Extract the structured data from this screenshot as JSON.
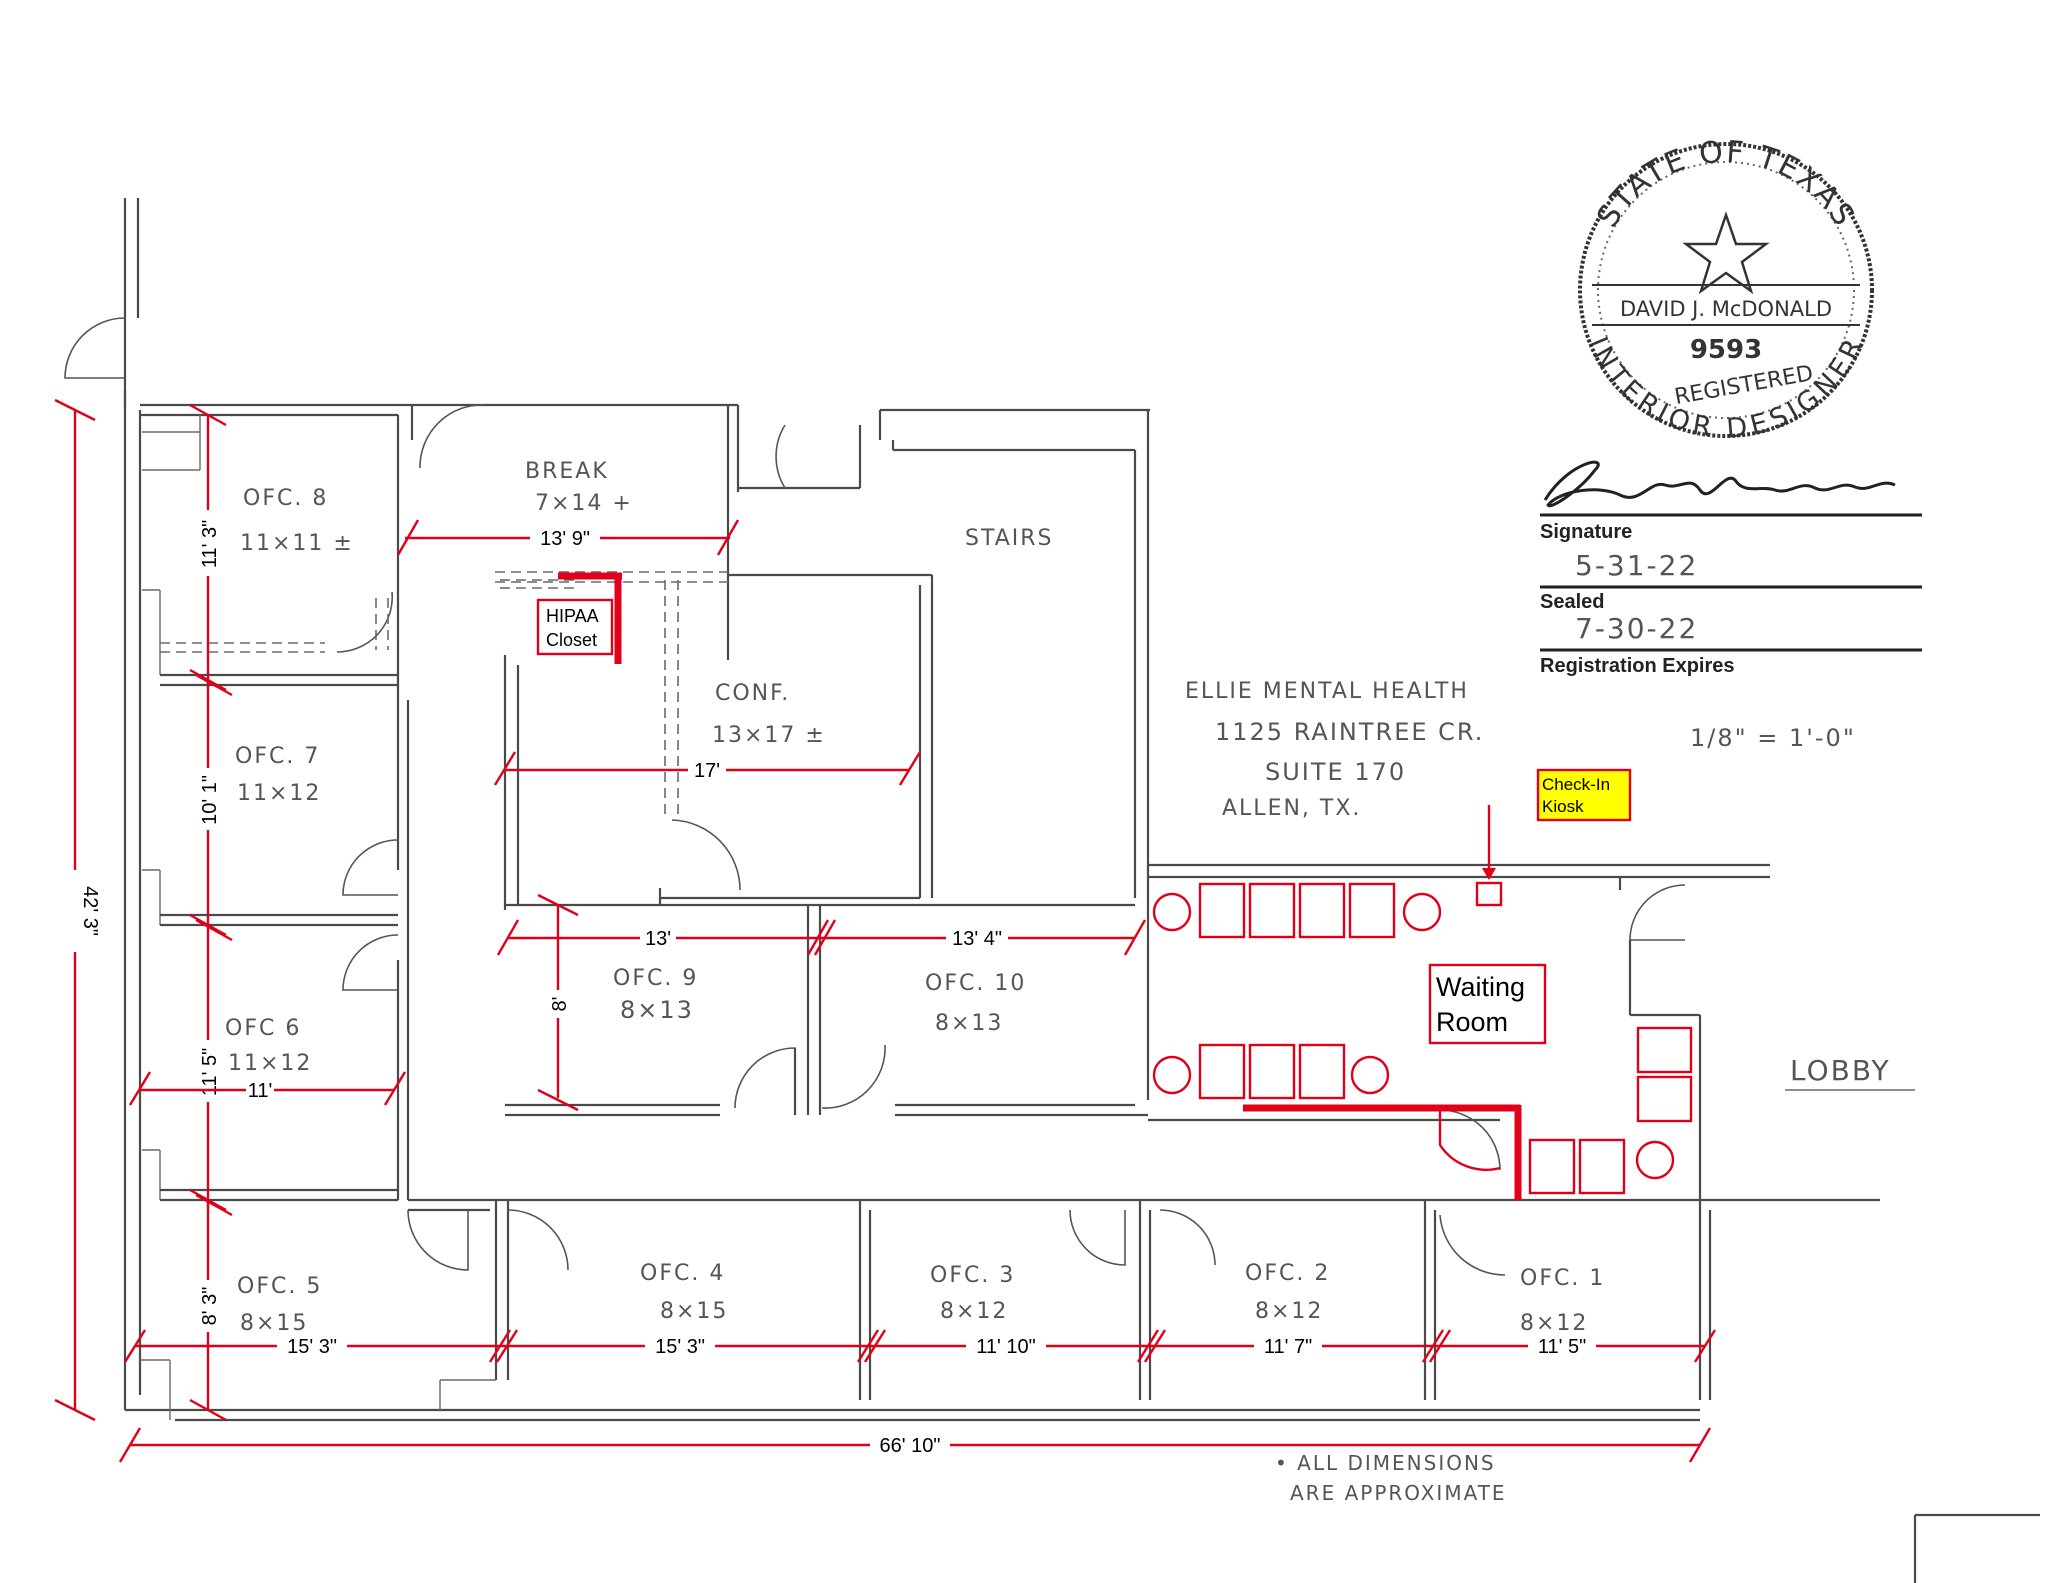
{
  "rooms": {
    "ofc8": {
      "name": "OFC. 8",
      "size": "11×11 ±"
    },
    "break": {
      "name": "BREAK",
      "size": "7×14 +"
    },
    "stairs": {
      "name": "STAIRS"
    },
    "conf": {
      "name": "CONF.",
      "size": "13×17 ±"
    },
    "ofc7": {
      "name": "OFC. 7",
      "size": "11×12"
    },
    "ofc6": {
      "name": "OFC 6",
      "size": "11×12"
    },
    "ofc9": {
      "name": "OFC. 9",
      "size": "8×13"
    },
    "ofc10": {
      "name": "OFC. 10",
      "size": "8×13"
    },
    "ofc5": {
      "name": "OFC. 5",
      "size": "8×15"
    },
    "ofc4": {
      "name": "OFC. 4",
      "size": "8×15"
    },
    "ofc3": {
      "name": "OFC. 3",
      "size": "8×12"
    },
    "ofc2": {
      "name": "OFC. 2",
      "size": "8×12"
    },
    "ofc1": {
      "name": "OFC. 1",
      "size": "8×12"
    },
    "lobby": {
      "name": "LOBBY"
    }
  },
  "callouts": {
    "hipaa_line1": "HIPAA",
    "hipaa_line2": "Closet",
    "kiosk_line1": "Check-In",
    "kiosk_line2": "Kiosk",
    "waiting_line1": "Waiting",
    "waiting_line2": "Room"
  },
  "dimensions": {
    "total_height": "42' 3\"",
    "total_width": "66' 10\"",
    "ofc8_h": "11' 3\"",
    "break_w": "13' 9\"",
    "ofc7_h": "10' 1\"",
    "conf_w": "17'",
    "ofc6_h": "11' 5\"",
    "ofc6_w": "11'",
    "ofc9_w": "13'",
    "ofc10_w": "13' 4\"",
    "ofc9_h": "8'",
    "ofc5_h": "8' 3\"",
    "ofc5_w": "15' 3\"",
    "ofc4_w": "15' 3\"",
    "ofc3_w": "11' 10\"",
    "ofc2_w": "11' 7\"",
    "ofc1_w": "11' 5\""
  },
  "address": {
    "line1": "ELLIE MENTAL HEALTH",
    "line2": "1125 RAINTREE CR.",
    "line3": "SUITE 170",
    "line4": "ALLEN, TX."
  },
  "scale": "1/8\" = 1'-0\"",
  "note": {
    "line1": "• ALL DIMENSIONS",
    "line2": "ARE APPROXIMATE"
  },
  "seal": {
    "top_text": "STATE OF TEXAS",
    "name": "DAVID J. McDONALD",
    "number": "9593",
    "registered": "REGISTERED",
    "bottom_text": "INTERIOR DESIGNER"
  },
  "signature_block": {
    "signature_label": "Signature",
    "sealed_date": "5-31-22",
    "sealed_label": "Sealed",
    "expires_date": "7-30-22",
    "expires_label": "Registration Expires"
  },
  "colors": {
    "markup": "#e1001a",
    "kiosk_fill": "#ffff00",
    "linework": "#4a4a4a"
  }
}
